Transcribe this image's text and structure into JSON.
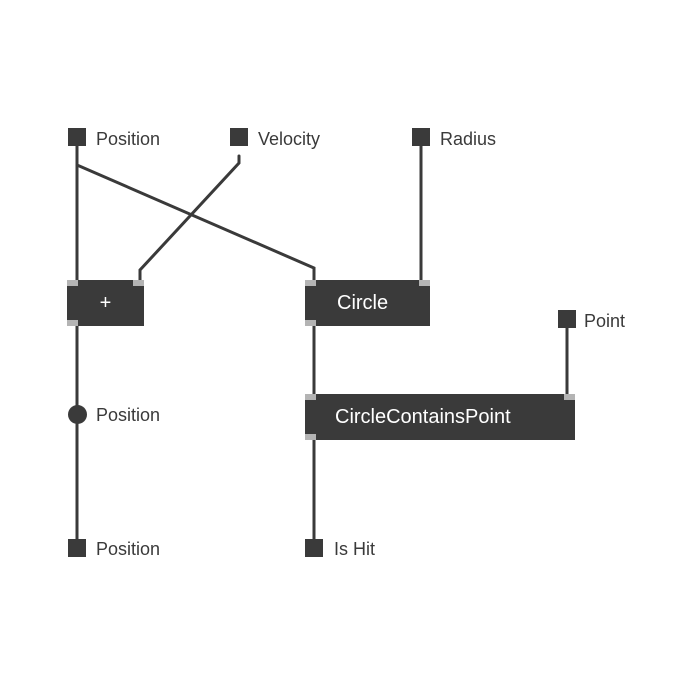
{
  "colors": {
    "node": "#3a3a3a",
    "wire": "#3a3a3a",
    "port": "#b4b4b4",
    "background": "#ffffff"
  },
  "inputs": {
    "position": "Position",
    "velocity": "Velocity",
    "radius": "Radius",
    "point": "Point"
  },
  "nodes": {
    "add": "+",
    "circle": "Circle",
    "circle_contains_point": "CircleContainsPoint"
  },
  "intermediate": {
    "position": "Position"
  },
  "outputs": {
    "position": "Position",
    "is_hit": "Is Hit"
  }
}
